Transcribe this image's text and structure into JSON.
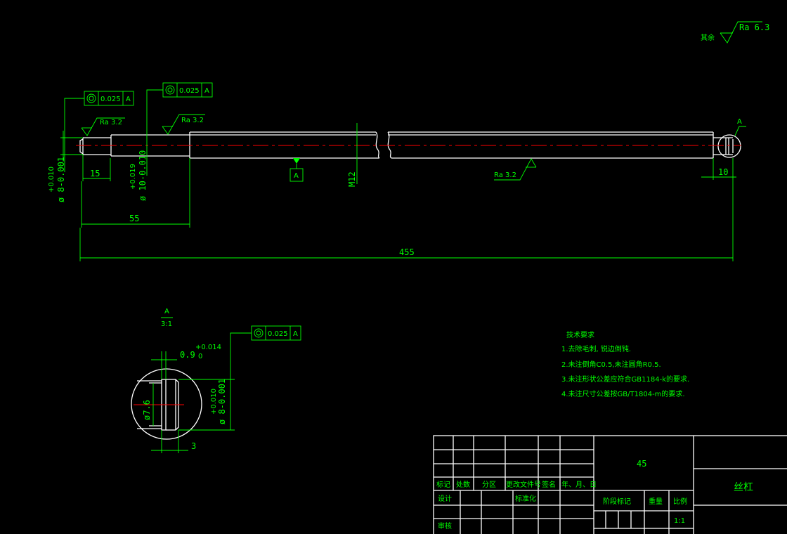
{
  "colors": {
    "background": "#000000",
    "dimension": "#00ff00",
    "outline": "#ffffff",
    "centerline": "#ff0000",
    "datum": "#00ff00"
  },
  "roughness": {
    "other_label": "其余",
    "other_value": "Ra 6.3",
    "left_end": "Ra 3.2",
    "step": "Ra 3.2",
    "body": "Ra 3.2"
  },
  "tolerance_frames": {
    "left1": {
      "value": "0.025",
      "datum": "A"
    },
    "left2": {
      "value": "0.025",
      "datum": "A"
    },
    "detail": {
      "value": "0.025",
      "datum": "A"
    }
  },
  "datum": {
    "label": "A",
    "detail_ref": "A"
  },
  "dimensions": {
    "len_15": "15",
    "len_55": "55",
    "len_455": "455",
    "len_10": "10",
    "thread": "M12",
    "dia8_upper": "+0.010",
    "dia8_main": "ø 8-0.001",
    "dia10_upper": "+0.019",
    "dia10_main": "ø 10-0.010"
  },
  "detail": {
    "title": "A",
    "scale": "3:1",
    "width_main": "0.9",
    "width_upper": "+0.014",
    "width_lower": "0",
    "dia_groove": "ø7.6",
    "dia_upper": "+0.010",
    "dia_main": "ø 8-0.001",
    "len_3": "3"
  },
  "tech_requirements": {
    "title": "技术要求",
    "items": [
      "1.去除毛刺, 锐边倒钝.",
      "2.未注倒角C0.5,未注圆角R0.5.",
      "3.未注形状公差应符合GB1184-k的要求.",
      "4.未注尺寸公差按GB/T1804-m的要求."
    ]
  },
  "title_block": {
    "material": "45",
    "part_name": "丝杠",
    "headers": [
      "标记",
      "处数",
      "分区",
      "更改文件号",
      "签名",
      "年、月、日"
    ],
    "design": "设计",
    "standardize": "标准化",
    "check": "审核",
    "stage_mark": "阶段标记",
    "weight": "重量",
    "scale_label": "比例",
    "scale_value": "1:1"
  }
}
